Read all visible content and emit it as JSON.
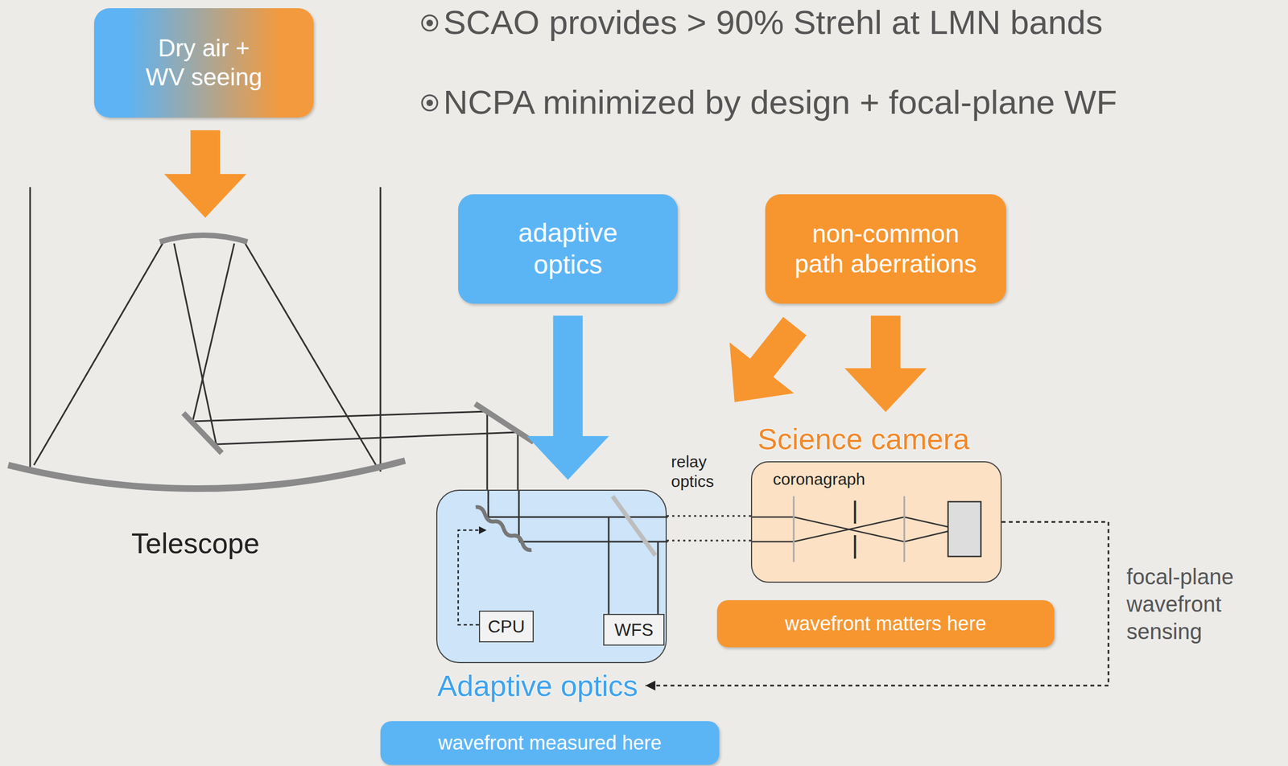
{
  "diagram": {
    "nodes": [
      {
        "text": [
          "Dry air + WV seeing"
        ]
      },
      {
        "text": [
          "adaptive optics"
        ]
      },
      {
        "text": [
          "non-common path aberrations"
        ]
      },
      {
        "text": [
          "Science camera",
          "coronagraph"
        ]
      },
      {
        "text": [
          "Adaptive optics"
        ]
      },
      {
        "text": [
          "CPU"
        ],
        "in": 4
      },
      {
        "text": [
          "WFS"
        ],
        "in": 4
      },
      {
        "text": [
          "wavefront matters here"
        ]
      },
      {
        "text": [
          "wavefront measured here"
        ]
      }
    ],
    "edges": [
      {
        "from": 1,
        "to": 4,
        "arrow": "to"
      },
      {
        "from": 2,
        "to": 3,
        "arrow": "to"
      },
      {
        "from": 3,
        "to": 4,
        "arrow": "to",
        "label": "focal-plane wavefront sensing"
      },
      {
        "from": 6,
        "to": 5,
        "arrow": "to"
      }
    ],
    "labels": [
      "SCAO provides > 90% Strehl at LMN bands",
      "NCPA minimized by design + focal-plane WF",
      "Telescope",
      "relay optics"
    ]
  }
}
